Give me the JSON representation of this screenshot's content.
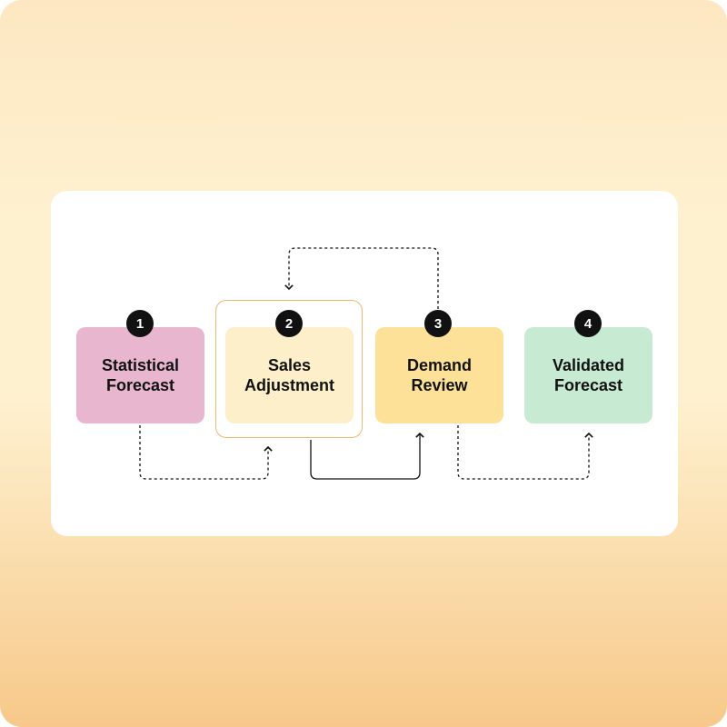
{
  "diagram": {
    "steps": [
      {
        "number": "1",
        "label": "Statistical\nForecast",
        "color": "#e8b7cf"
      },
      {
        "number": "2",
        "label": "Sales\nAdjustment",
        "color": "#fdefc9"
      },
      {
        "number": "3",
        "label": "Demand\nReview",
        "color": "#fee198"
      },
      {
        "number": "4",
        "label": "Validated\nForecast",
        "color": "#c7ead2"
      }
    ],
    "outline_color": "#f2b670",
    "connector_color": "#111111"
  }
}
